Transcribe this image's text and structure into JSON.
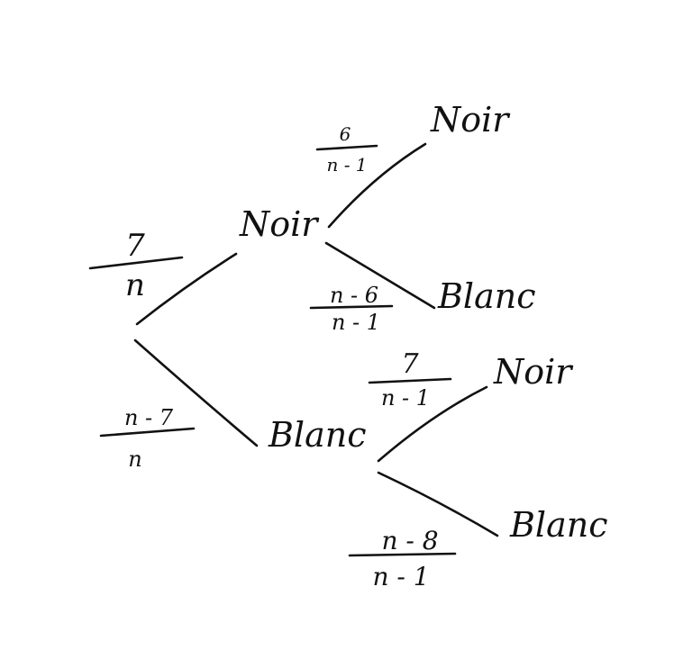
{
  "tree": {
    "level1": {
      "noir": {
        "label": "Noir",
        "prob_num": "7",
        "prob_den": "n"
      },
      "blanc": {
        "label": "Blanc",
        "prob_num": "n - 7",
        "prob_den": "n"
      }
    },
    "after_noir": {
      "noir": {
        "label": "Noir",
        "prob_num": "6",
        "prob_den": "n - 1"
      },
      "blanc": {
        "label": "Blanc",
        "prob_num": "n - 6",
        "prob_den": "n - 1"
      }
    },
    "after_blanc": {
      "noir": {
        "label": "Noir",
        "prob_num": "7",
        "prob_den": "n - 1"
      },
      "blanc": {
        "label": "Blanc",
        "prob_num": "n - 8",
        "prob_den": "n - 1"
      }
    }
  }
}
